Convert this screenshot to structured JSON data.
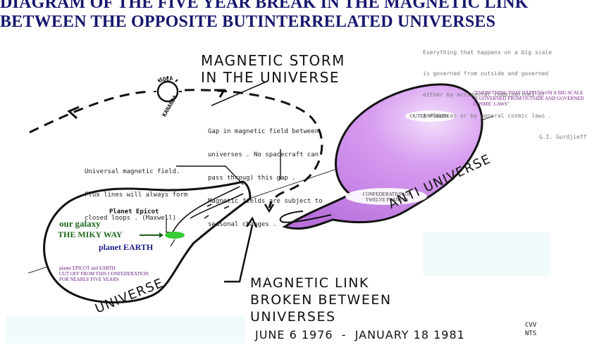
{
  "title": {
    "line1": "DIAGRAM OF THE FIVE YEAR BREAK IN THE MAGNETIC LINK",
    "line2": "BETWEEN THE OPPOSITE BUTINTERRELATED UNIVERSES"
  },
  "storm": {
    "line1": "MAGNETIC STORM",
    "line2": "IN THE UNIVERSE"
  },
  "sun": {
    "label_top": "SOLA",
    "label_bottom": "KANANDA"
  },
  "gap_note": {
    "line1": "Gap in magnetic field between",
    "line2": "universes . No spacecraft can",
    "line3": "pass throug) this gap .",
    "line4": "Magnetic fields are subject to",
    "line5": "seasonal changes ."
  },
  "field_note": {
    "line1": "Universal magnetic field.",
    "line2": "Flux lines will always form",
    "line3": "closed loops . (Maxwell)"
  },
  "quote": {
    "line1": "Everything that happens on a big scale",
    "line2": "is governed from outside and governed",
    "line3": "either by accidental combinations of",
    "line4": "influences or by general cosmic laws .",
    "author": "G.I. Gurdjieff"
  },
  "quote_caps": {
    "line1": "\"EVERYTHING THAT HAPPENS ON A BIG SCALE",
    "line2": "IS GOVERNED FROM OUTSIDE AND GOVERNED",
    "line3": "COSMIC LAWS\""
  },
  "anti": {
    "outer_worlds": "OUTER WORLDS",
    "confed1": "CONFEDERATION OF",
    "confed2": "TWELVE PLANETS",
    "label": "ANTI UNIVERSE",
    "fill": "#c886e6"
  },
  "universe": {
    "planet_epicot": "Planet Epicot",
    "our_galaxy": "our galaxy",
    "milky_way": "THE MIKY WAY",
    "earth": "planet EARTH",
    "cut1": "planet EPICOT and EARTH",
    "cut2": "CUT OFF FROM THIS CONFEDERATION",
    "cut3": "FOR NEARLY FIVE YEARS",
    "label": "UNIVERSE",
    "galaxy_color": "#35cc35",
    "green_text": "#1e6a1e",
    "blue_text": "#1c1c8c",
    "purple_text": "#6a1f84"
  },
  "link": {
    "line1": "MAGNETIC LINK",
    "line2": "BROKEN BETWEEN",
    "line3": "UNIVERSES",
    "dates": "JUNE 6 1976  -  JANUARY 18 1981"
  },
  "sig": {
    "line1": "CVV",
    "line2": "NTS"
  }
}
